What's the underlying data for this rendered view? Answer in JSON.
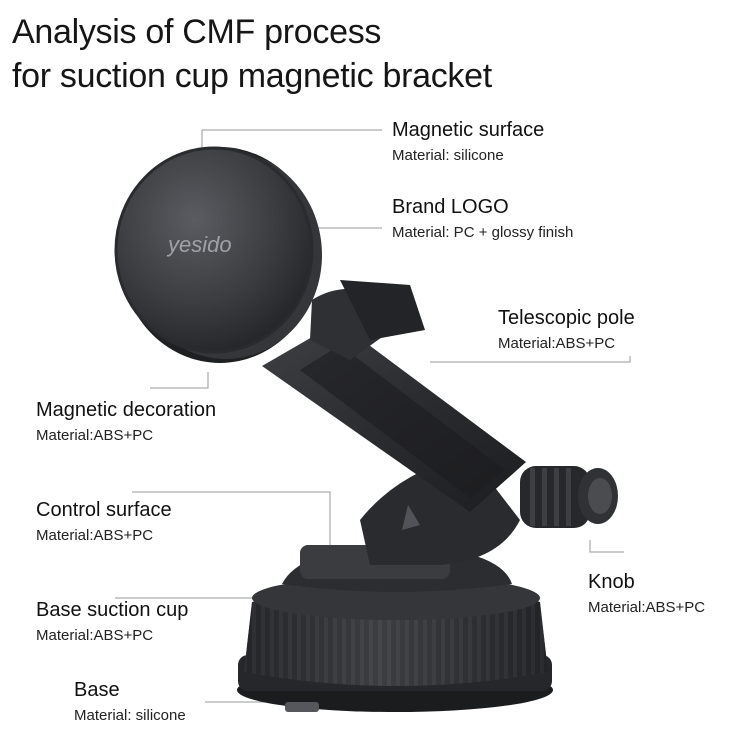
{
  "title": {
    "line1": "Analysis of CMF process",
    "line2": "for suction cup magnetic bracket"
  },
  "product": {
    "brand_logo_text": "yesido",
    "icon": "car-phone-mount-image"
  },
  "callouts": [
    {
      "name": "Magnetic surface",
      "material": "Material: silicone"
    },
    {
      "name": "Brand LOGO",
      "material": "Material: PC + glossy finish"
    },
    {
      "name": "Telescopic pole",
      "material": "Material:ABS+PC"
    },
    {
      "name": "Magnetic decoration",
      "material": "Material:ABS+PC"
    },
    {
      "name": "Control surface",
      "material": "Material:ABS+PC"
    },
    {
      "name": "Knob",
      "material": "Material:ABS+PC"
    },
    {
      "name": "Base suction cup",
      "material": "Material:ABS+PC"
    },
    {
      "name": "Base",
      "material": "Material: silicone"
    }
  ],
  "colors": {
    "background": "#ffffff",
    "text": "#111111",
    "leader_line": "#9a9a9a",
    "product_dark": "#2a2b2e",
    "product_mid": "#45474b"
  }
}
